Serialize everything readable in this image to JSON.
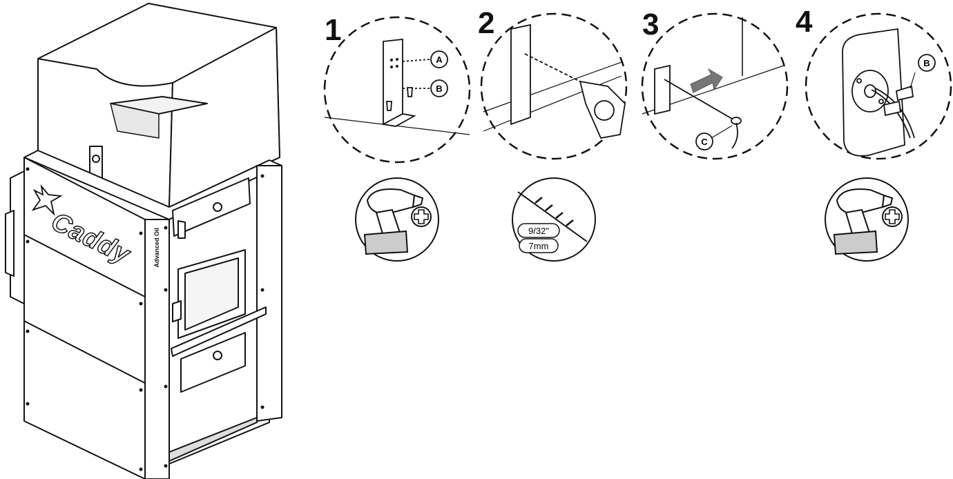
{
  "furnace": {
    "brand_text": "Caddy",
    "side_text": "Advanced Oil"
  },
  "steps": [
    {
      "number": "1",
      "callouts": [
        "A",
        "B"
      ]
    },
    {
      "number": "2",
      "callouts": []
    },
    {
      "number": "3",
      "callouts": [
        "C"
      ]
    },
    {
      "number": "4",
      "callouts": [
        "B"
      ]
    }
  ],
  "drill_bit": {
    "size_imperial": "9/32\"",
    "size_metric": "7mm"
  },
  "tools": [
    "drill-with-phillips-bit",
    "drill-bit",
    "drill-with-phillips-bit"
  ]
}
